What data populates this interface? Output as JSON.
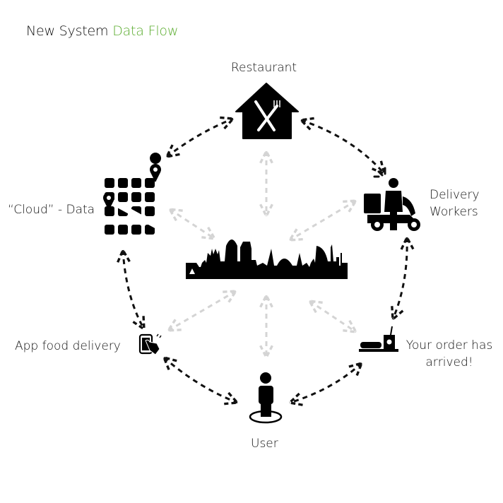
{
  "title": {
    "prefix": "New System",
    "accent": "Data Flow",
    "accent_color": "#5aac2e"
  },
  "nodes": {
    "restaurant": {
      "label": "Restaurant",
      "icon": "restaurant-house-icon"
    },
    "delivery_workers": {
      "label_line1": "Delivery",
      "label_line2": "Workers",
      "icon": "delivery-scooter-icon"
    },
    "order_arrived": {
      "label_line1": "Your order has",
      "label_line2": "arrived!",
      "icon": "food-tray-icon"
    },
    "user": {
      "label": "User",
      "icon": "user-location-icon"
    },
    "app": {
      "label": "App food delivery",
      "icon": "phone-tap-icon"
    },
    "cloud": {
      "label": "“Cloud” - Data",
      "icon": "map-grid-icon"
    },
    "city": {
      "icon": "city-skyline-icon"
    }
  },
  "colors": {
    "outer_arrows": "#111111",
    "inner_arrows": "#d4d4d4",
    "icons": "#000000"
  }
}
